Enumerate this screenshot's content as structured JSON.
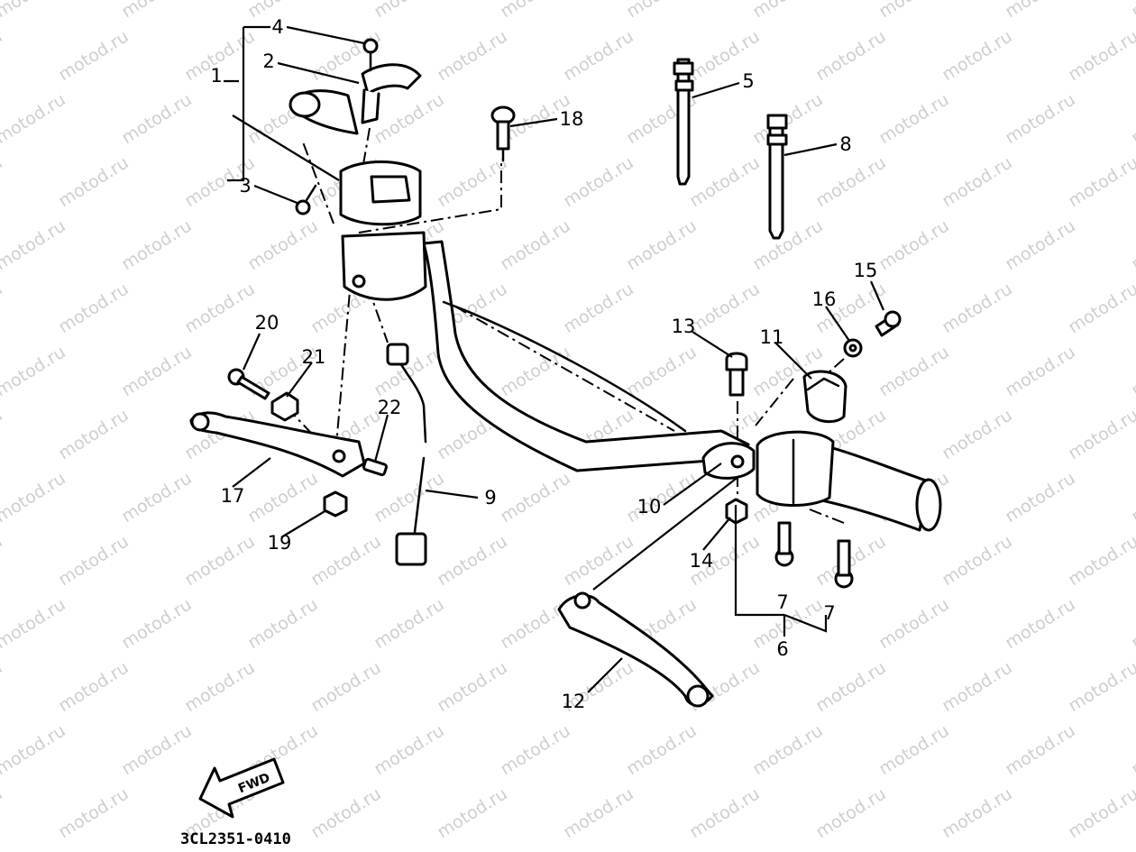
{
  "watermark": "motod.ru",
  "diagram_code": "3CL2351-0410",
  "fwd_label": "FWD",
  "callouts": [
    {
      "id": "c1",
      "text": "1"
    },
    {
      "id": "c2",
      "text": "2"
    },
    {
      "id": "c3",
      "text": "3"
    },
    {
      "id": "c4",
      "text": "4"
    },
    {
      "id": "c5",
      "text": "5"
    },
    {
      "id": "c6",
      "text": "6"
    },
    {
      "id": "c7a",
      "text": "7"
    },
    {
      "id": "c7b",
      "text": "7"
    },
    {
      "id": "c8",
      "text": "8"
    },
    {
      "id": "c9",
      "text": "9"
    },
    {
      "id": "c10",
      "text": "10"
    },
    {
      "id": "c11",
      "text": "11"
    },
    {
      "id": "c12",
      "text": "12"
    },
    {
      "id": "c13",
      "text": "13"
    },
    {
      "id": "c14",
      "text": "14"
    },
    {
      "id": "c15",
      "text": "15"
    },
    {
      "id": "c16",
      "text": "16"
    },
    {
      "id": "c17",
      "text": "17"
    },
    {
      "id": "c18",
      "text": "18"
    },
    {
      "id": "c19",
      "text": "19"
    },
    {
      "id": "c20",
      "text": "20"
    },
    {
      "id": "c21",
      "text": "21"
    },
    {
      "id": "c22",
      "text": "22"
    }
  ],
  "colors": {
    "line": "#000000",
    "background": "#ffffff",
    "watermark": "#cfcfcf"
  }
}
